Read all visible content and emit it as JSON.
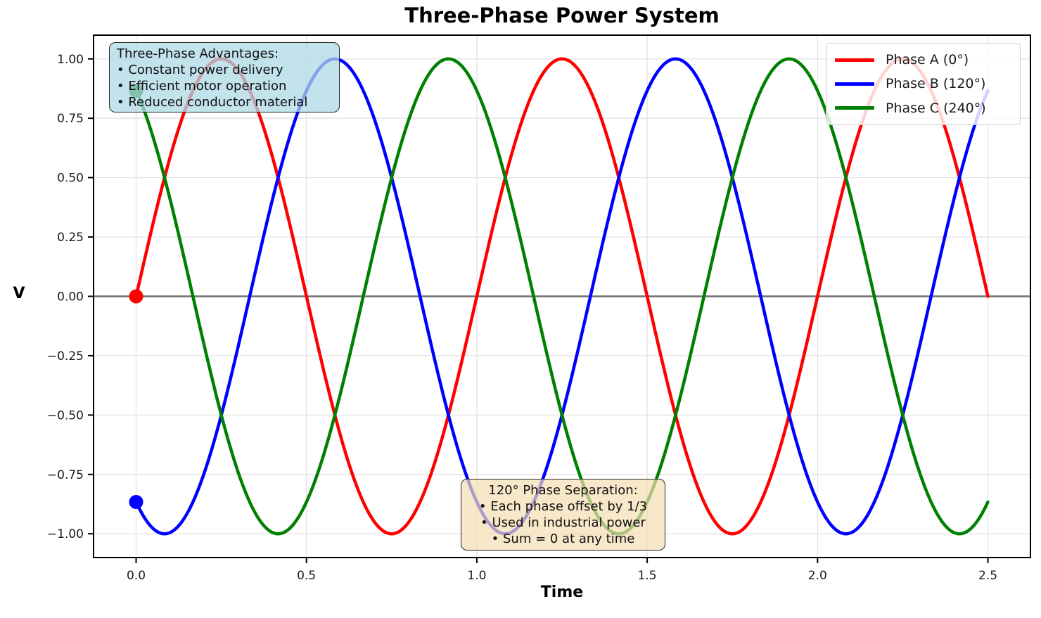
{
  "chart_data": {
    "type": "line",
    "title": "Three-Phase Power System",
    "xlabel": "Time",
    "ylabel": "V",
    "xlim": [
      -0.125,
      2.625
    ],
    "ylim": [
      -1.1,
      1.1
    ],
    "x_ticks": [
      0.0,
      0.5,
      1.0,
      1.5,
      2.0,
      2.5
    ],
    "x_tick_labels": [
      "0.0",
      "0.5",
      "1.0",
      "1.5",
      "2.0",
      "2.5"
    ],
    "y_ticks": [
      1.0,
      0.75,
      0.5,
      0.25,
      0.0,
      -0.25,
      -0.5,
      -0.75,
      -1.0
    ],
    "y_tick_labels": [
      "1.00",
      "0.75",
      "0.50",
      "0.25",
      "0.00",
      "−0.25",
      "−0.50",
      "−0.75",
      "−1.00"
    ],
    "grid": true,
    "zero_line": {
      "y": 0,
      "color": "#6f6f6f"
    },
    "t_range": [
      0,
      2.5
    ],
    "sample_step": 0.004,
    "line_width": 4.5,
    "marker_radius": 10,
    "series": [
      {
        "name": "Phase A (0°)",
        "color": "#ff0000",
        "amplitude": 1,
        "frequency": 1,
        "phase_deg": 0,
        "start_point": {
          "t": 0,
          "v": 0.0
        }
      },
      {
        "name": "Phase B (120°)",
        "color": "#0000ff",
        "amplitude": 1,
        "frequency": 1,
        "phase_deg": 120,
        "start_point": {
          "t": 0,
          "v": -0.866
        }
      },
      {
        "name": "Phase C (240°)",
        "color": "#008000",
        "amplitude": 1,
        "frequency": 1,
        "phase_deg": 240,
        "start_point": {
          "t": 0,
          "v": 0.866
        }
      }
    ],
    "legend": {
      "position": "upper right",
      "entries": [
        "Phase A (0°)",
        "Phase B (120°)",
        "Phase C (240°)"
      ]
    }
  },
  "annotations": {
    "advantages": {
      "heading": "Three-Phase Advantages:",
      "bullets": [
        "• Constant power delivery",
        "• Efficient motor operation",
        "• Reduced conductor material"
      ],
      "bg_color": "#add8e6",
      "bg_alpha": 0.75
    },
    "separation": {
      "heading": "120° Phase Separation:",
      "bullets": [
        "• Each phase offset by 1/3",
        "• Used in industrial power",
        "• Sum = 0 at any time"
      ],
      "bg_color": "#f5deb3",
      "bg_alpha": 0.7
    }
  }
}
